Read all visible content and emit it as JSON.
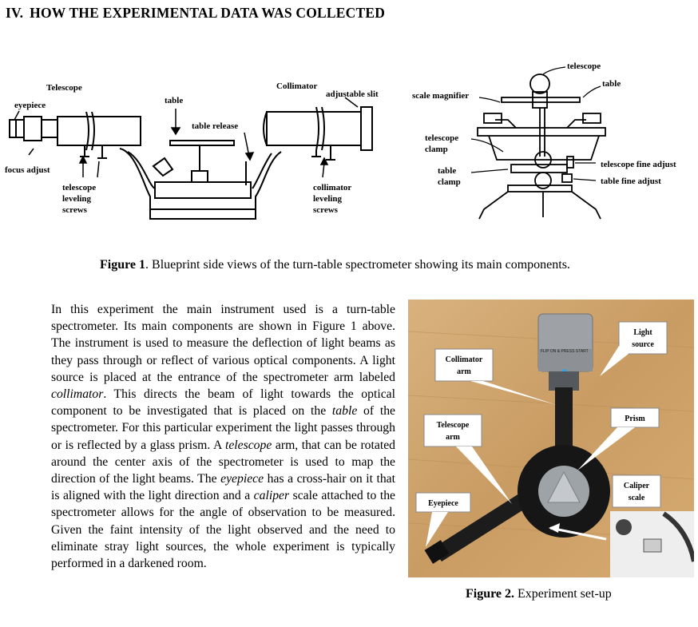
{
  "section": {
    "number": "IV.",
    "title": "HOW THE EXPERIMENTAL DATA WAS COLLECTED"
  },
  "figure1": {
    "left_labels": {
      "telescope": "Telescope",
      "eyepiece": "eyepiece",
      "focus_adjust": "focus adjust",
      "telescope_leveling_1": "telescope",
      "telescope_leveling_2": "leveling",
      "telescope_leveling_3": "screws",
      "table": "table",
      "table_release": "table release",
      "collimator": "Collimator",
      "adjustable_slit": "adjustable slit",
      "collimator_leveling_1": "collimator",
      "collimator_leveling_2": "leveling",
      "collimator_leveling_3": "screws"
    },
    "right_labels": {
      "telescope": "telescope",
      "table": "table",
      "scale_magnifier": "scale magnifier",
      "telescope_clamp_1": "telescope",
      "telescope_clamp_2": "clamp",
      "table_clamp_1": "table",
      "table_clamp_2": "clamp",
      "telescope_fine_adjust": "telescope fine adjust",
      "table_fine_adjust": "table fine adjust"
    },
    "caption_label": "Figure 1",
    "caption_text": ". Blueprint side views of the turn-table spectrometer showing its main components."
  },
  "body": {
    "t1": "In this experiment the main instrument used is a turn-table spectrometer. Its main components are shown in Figure 1 above. The instrument is used to measure the deflection of light beams as they pass through or reflect of various optical components. A light source is placed at the entrance of the spectrometer arm labeled ",
    "e1": "collimator",
    "t2": ". This directs the beam of light towards the optical component to be investigated that is placed on the ",
    "e2": "table",
    "t3": " of the spectrometer. For this particular experiment the light passes through or is reflected by a glass prism. A ",
    "e3": "telescope",
    "t4": " arm, that can be rotated around the center axis of the spectrometer is used to map the direction of the light beams. The ",
    "e4": "eyepiece",
    "t5": " has a cross-hair on it that is aligned with the light direction and a ",
    "e5": "caliper",
    "t6": " scale attached to the spectrometer allows for the angle of observation to be measured. Given the faint intensity of the light observed and the need to eliminate stray light sources, the whole experiment is typically performed in a darkened room."
  },
  "figure2": {
    "labels": {
      "light_source_1": "Light",
      "light_source_2": "source",
      "collimator_arm_1": "Collimator",
      "collimator_arm_2": "arm",
      "telescope_arm_1": "Telescope",
      "telescope_arm_2": "arm",
      "prism": "Prism",
      "eyepiece": "Eyepiece",
      "caliper_scale_1": "Caliper",
      "caliper_scale_2": "scale",
      "device_sticker": "FLIP ON & PRESS START"
    },
    "caption_label": "Figure 2.",
    "caption_text": " Experiment set-up"
  }
}
